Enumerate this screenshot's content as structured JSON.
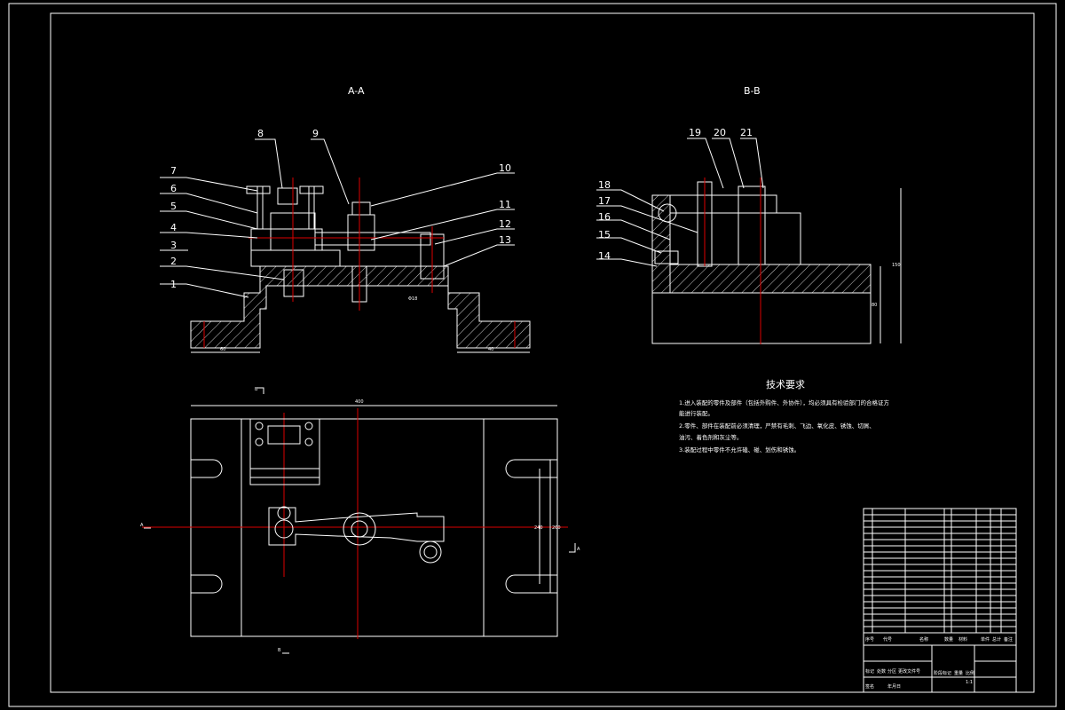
{
  "views": {
    "section_aa": {
      "title": "A-A"
    },
    "section_bb": {
      "title": "B-B"
    },
    "plan": {
      "marker_a_left": "A",
      "marker_a_right": "A",
      "marker_b_top": "B",
      "marker_b_bottom": "B"
    }
  },
  "part_numbers_aa": [
    "1",
    "2",
    "3",
    "4",
    "5",
    "6",
    "7",
    "8",
    "9",
    "10",
    "11",
    "12",
    "13"
  ],
  "part_numbers_bb": [
    "14",
    "15",
    "16",
    "17",
    "18",
    "19",
    "20",
    "21"
  ],
  "dimensions": {
    "aa_left_base": "60",
    "aa_right_base": "40",
    "aa_small": "Φ18",
    "plan_width": "400",
    "plan_height_inner": "240",
    "plan_height_outer": "260",
    "bb_height": "150",
    "bb_height_2": "80"
  },
  "technical_requirements": {
    "heading": "技术要求",
    "lines": [
      "1.进入装配的零件及部件（包括外购件、外协件），均必须具有检验部门的合格证方",
      "能进行装配。",
      "2.零件、部件在装配前必须清理，严禁有毛刺、飞边、氧化皮、锈蚀、切屑、",
      "油污、着色剂和灰尘等。",
      "3.装配过程中零件不允许磕、碰、划伤和锈蚀。"
    ]
  },
  "title_block": {
    "header_labels": [
      "序号",
      "代号",
      "名称",
      "数量",
      "材料",
      "单件",
      "总计",
      "备注"
    ],
    "bottom_labels": [
      "标记",
      "处数",
      "分区",
      "更改文件号",
      "签名",
      "年月日",
      "阶段标记",
      "重量",
      "比例"
    ],
    "scale": "1:1"
  }
}
